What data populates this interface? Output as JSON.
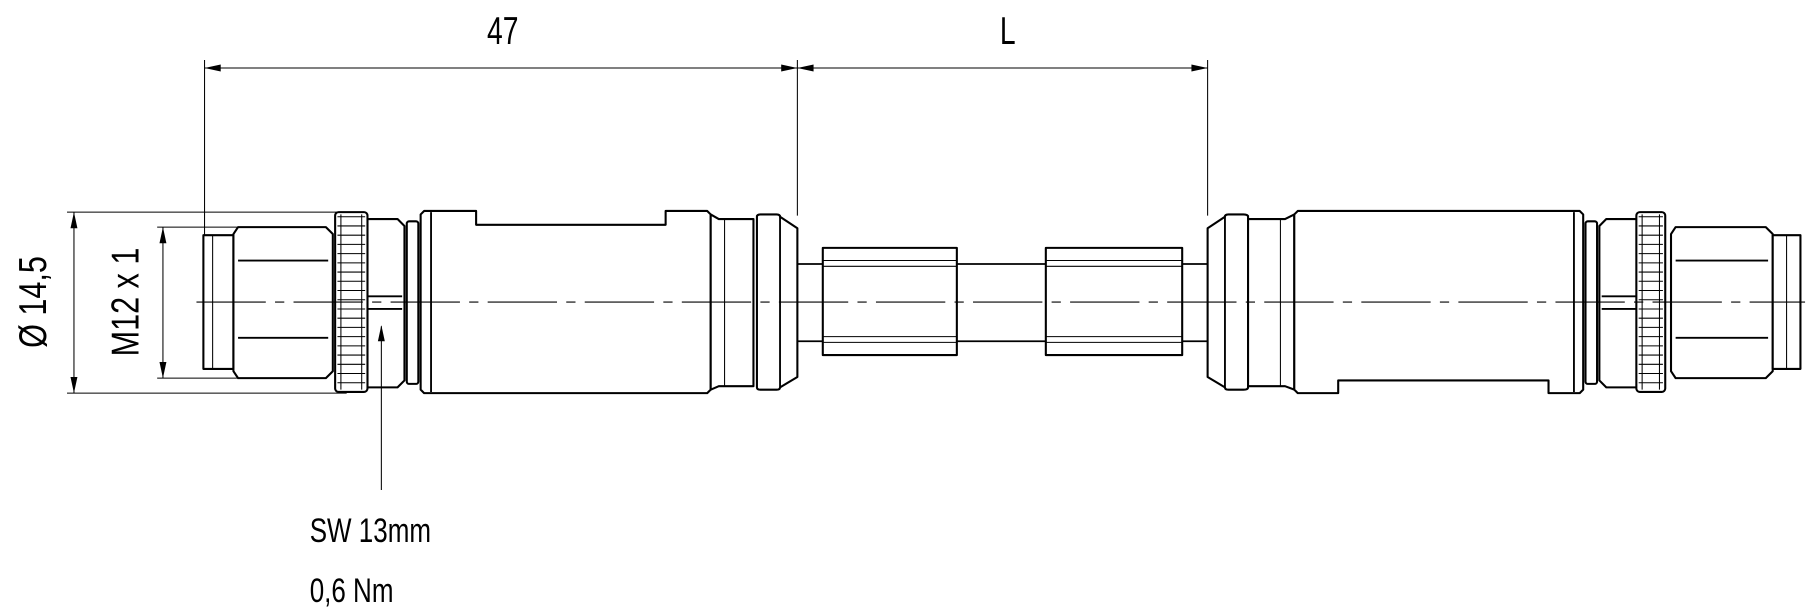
{
  "drawing": {
    "dimensions": {
      "connector_length": "47",
      "cable_length": "L",
      "outer_diameter": "Ø 14,5",
      "thread": "M12 x 1"
    },
    "annotation": {
      "wrench_size": "SW 13mm",
      "torque": "0,6 Nm"
    }
  }
}
